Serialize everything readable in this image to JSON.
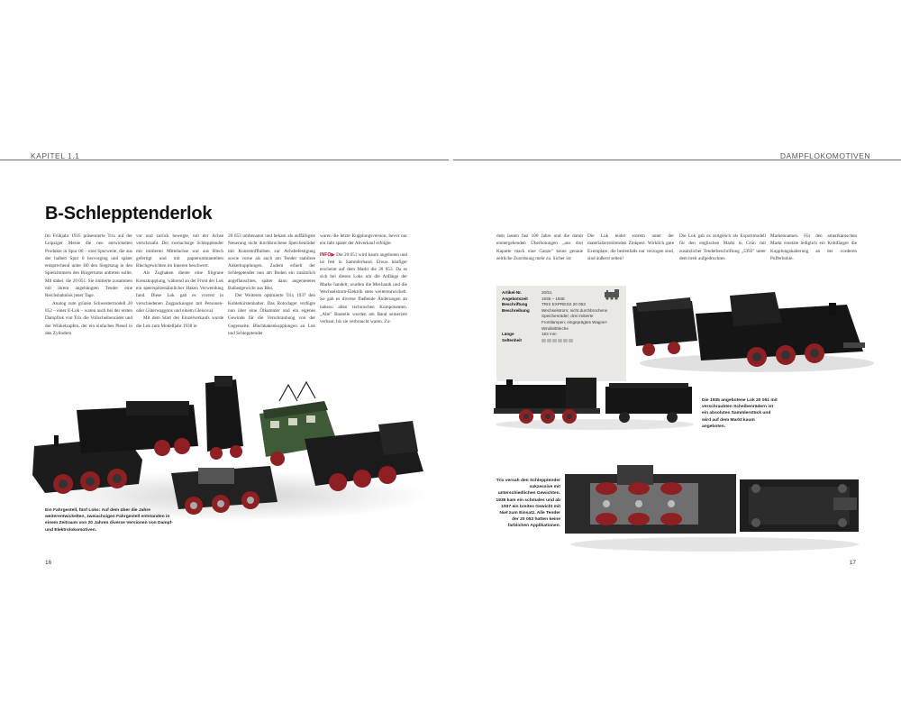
{
  "header": {
    "left": "KAPITEL 1.1",
    "right": "DAMPFLOKOMOTIVEN"
  },
  "title": "B-Schlepptenderlok",
  "columns": {
    "c1": "Im Frühjahr 1935 präsentierte Trix auf der Leipziger Messe die neu entwickelten Produkte in Spur 00 – eine Spurweite, die aus der halben Spur 0 hervorging und später entsprechend unter H0 den Siegeszug in den Spielzimmern des Bürgertums antreten sollte. Mit dabei: die 20 051. Sie imitierte zusammen mit ihrem angehängten Tender eine Reichsbahnlok jener Tage.",
    "c1b": "Analog zum grünen Schwestermodell 20 052 – einer E-Lok – waren auch bei der ersten Dampflok von Trix die Vollscheibenräder und der Winkelzapfen, der ein einfaches Pleuel in den Zylindern",
    "c2": "vor und zurück bewegte, mit der Achse verschraubt. Der zweiachsige Schlepptender mit imitierter Mittelachse war aus Blech gefertigt und mit papierummantelten Blechgewichten im Inneren beschwert.",
    "c2b": "Als Zughaken diente eine filigrane Kreuzkupplung, während an der Front der Lok ein speerspitzenähnlicher Haken Verwendung fand. Diese Lok gab es vorerst in verschiedenen Zugpackungen mit Personen- oder Güterwaggons und einem Gleisoval.",
    "c2c": "Mit dem Start des Einzelverkaufs wurde die Lok zum Modelljahr 1938 in",
    "c3": "20 053 umbenannt und bekam als auffälligste Neuerung nicht durchbrochene Speichenräder mit Kunststoffhülsen zur Achsbefestigung sowie vorne als auch am Tender stabilere Ankerkupplungen. Zudem erhielt der Schlepptender nun am Boden ein zusätzlich angeflanschtes, später dann angenietetes Ballastgewicht aus Blei.",
    "c3b": "Der Weiteren optimierte Trix 1937 den Kohlebürstenhalter. Das Rotorlager verfügte nun über eine Ölkammer und ein eigenes Gewinde für die Verschraubung von der Gegenseite. Blechhakenkupplungen an Lok und Schlepptender",
    "c4": "waren die letzte Kupplungsversion, bevor nur ein Jahr später der Abverkauf erfolgte.",
    "c4_info_label": "INFO",
    "c4b": "Die 20 051 wird kaum angeboten und ist fest in Sammlerhand. Etwas häufiger erscheint auf dem Markt die 20 053. Da es sich bei diesen Loks um die Anfänge der Marke handelt, wurden die Mechanik und die Wechselstrom-Elektrik stets weiterentwickelt. So gab es diverse fließende Änderungen an nahezu allen technischen Komponenten. „Alte\" Bauteile wurden am Band seinerzeit verbaut, bis sie verbraucht waren. Zu-",
    "c5": "dem lassen fast 100 Jahre und die damit einhergehenden Überholungen „aus drei Kaputte mach eine Ganze\" keine genaue zeitliche Zuordnung mehr zu. Sicher ist:",
    "c6": "Die Lok leidet extrem unter der materialzerstörenden Zinkpest. Wirklich gute Exemplare, die bestenfalls nur verzogen sind, sind äußerst selten!",
    "c7": "Die Lok gab es zeitgleich als Exportmodell für den englischen Markt in Grün mit zusätzlicher Tenderbeschriftung „5392\" unter dem breit aufgedruckten",
    "c8": "Markennamen. Für den amerikanischen Markt ersetzte lediglich ein Kohlfänger die Kupplungshalterung an der vorderen Pufferbohle."
  },
  "spec": {
    "rows": [
      {
        "k": "Artikel-Nr.",
        "v": "20/51"
      },
      {
        "k": "Angebotszeit",
        "v": "1935 – 1938"
      },
      {
        "k": "Beschriftung",
        "v": "TRIX EXPRESS 20 053"
      },
      {
        "k": "Beschreibung",
        "v": "Wechselstrom; nicht durchbrochene Speichenräder; drei imitierte Frontlampen; eingeprägtes Wagner-Windleitbleche"
      },
      {
        "k": "Länge",
        "v": "183 mm"
      },
      {
        "k": "Seltenheit",
        "v": ""
      }
    ],
    "rarity": {
      "value": 6,
      "max": 6
    }
  },
  "captions": {
    "left": "Ein Fahrgestell, fünf Loks: Auf dem über die Jahre weiterentwickelten, zweiachsigen Fahrgestell entstanden in einem Zeitraum von 20 Jahren diverse Versionen von Dampf- und Elektrolokomotiven.",
    "right_top": "Die 1935 angebotene Lok 20 051 mit verschraubten Scheibenrädern ist ein absolutes Sammlerstück und wird auf dem Markt kaum angeboten.",
    "right_bottom": "Trix versah den Schlepptender sukzessive mit unterschiedlichen Gewichten. 1936 kam ein schmales und ab 1937 ein breites Gewicht mit Niet zum Einsatz. Alle Tender der 20 053 hatten keine farblichen Applikationen."
  },
  "pages": {
    "left": "16",
    "right": "17"
  },
  "colors": {
    "accent": "#c8102e",
    "spec_bg": "#e9e8e5",
    "rule": "#6b6b6b"
  }
}
